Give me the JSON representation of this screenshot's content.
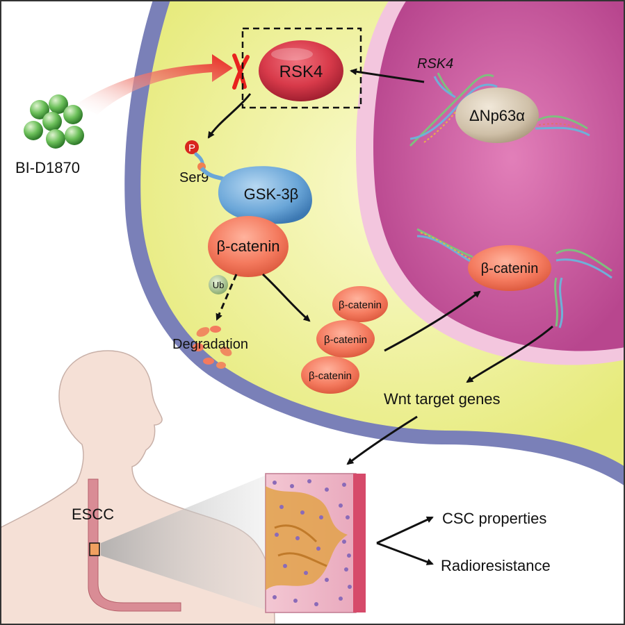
{
  "labels": {
    "inhibitor": "BI-D1870",
    "rsk4_protein": "RSK4",
    "rsk4_gene": "RSK4",
    "dnp63a": "ΔNp63α",
    "phospho": "P",
    "ser9": "Ser9",
    "gsk3b": "GSK-3β",
    "bcat_main": "β-catenin",
    "ubiquitin": "Ub",
    "degradation": "Degradation",
    "bcat_1": "β-catenin",
    "bcat_2": "β-catenin",
    "bcat_3": "β-catenin",
    "bcat_nuclear": "β-catenin",
    "wnt_targets": "Wnt target genes",
    "escc": "ESCC",
    "csc": "CSC properties",
    "radioresistance": "Radioresistance"
  },
  "colors": {
    "cytoplasm": "#eef08a",
    "membrane": "#7a80b8",
    "nucleus": "#c4529a",
    "nucleus_rim": "#f3c6de",
    "rsk4": "#d83a4a",
    "inhibitor_red": "#e8221e",
    "salmon_protein": "#f47a5e",
    "gsk3b": "#6aa6d8",
    "dnp63a": "#cfc0a8",
    "beads": "#5fb84c",
    "ubiquitin": "#a9c88a",
    "skin": "#f5e0d6",
    "esophagus": "#d98c95"
  },
  "icons": [
    "inhibitor-x-icon",
    "dna-helix-icon",
    "tissue-section-icon",
    "human-silhouette-icon"
  ]
}
